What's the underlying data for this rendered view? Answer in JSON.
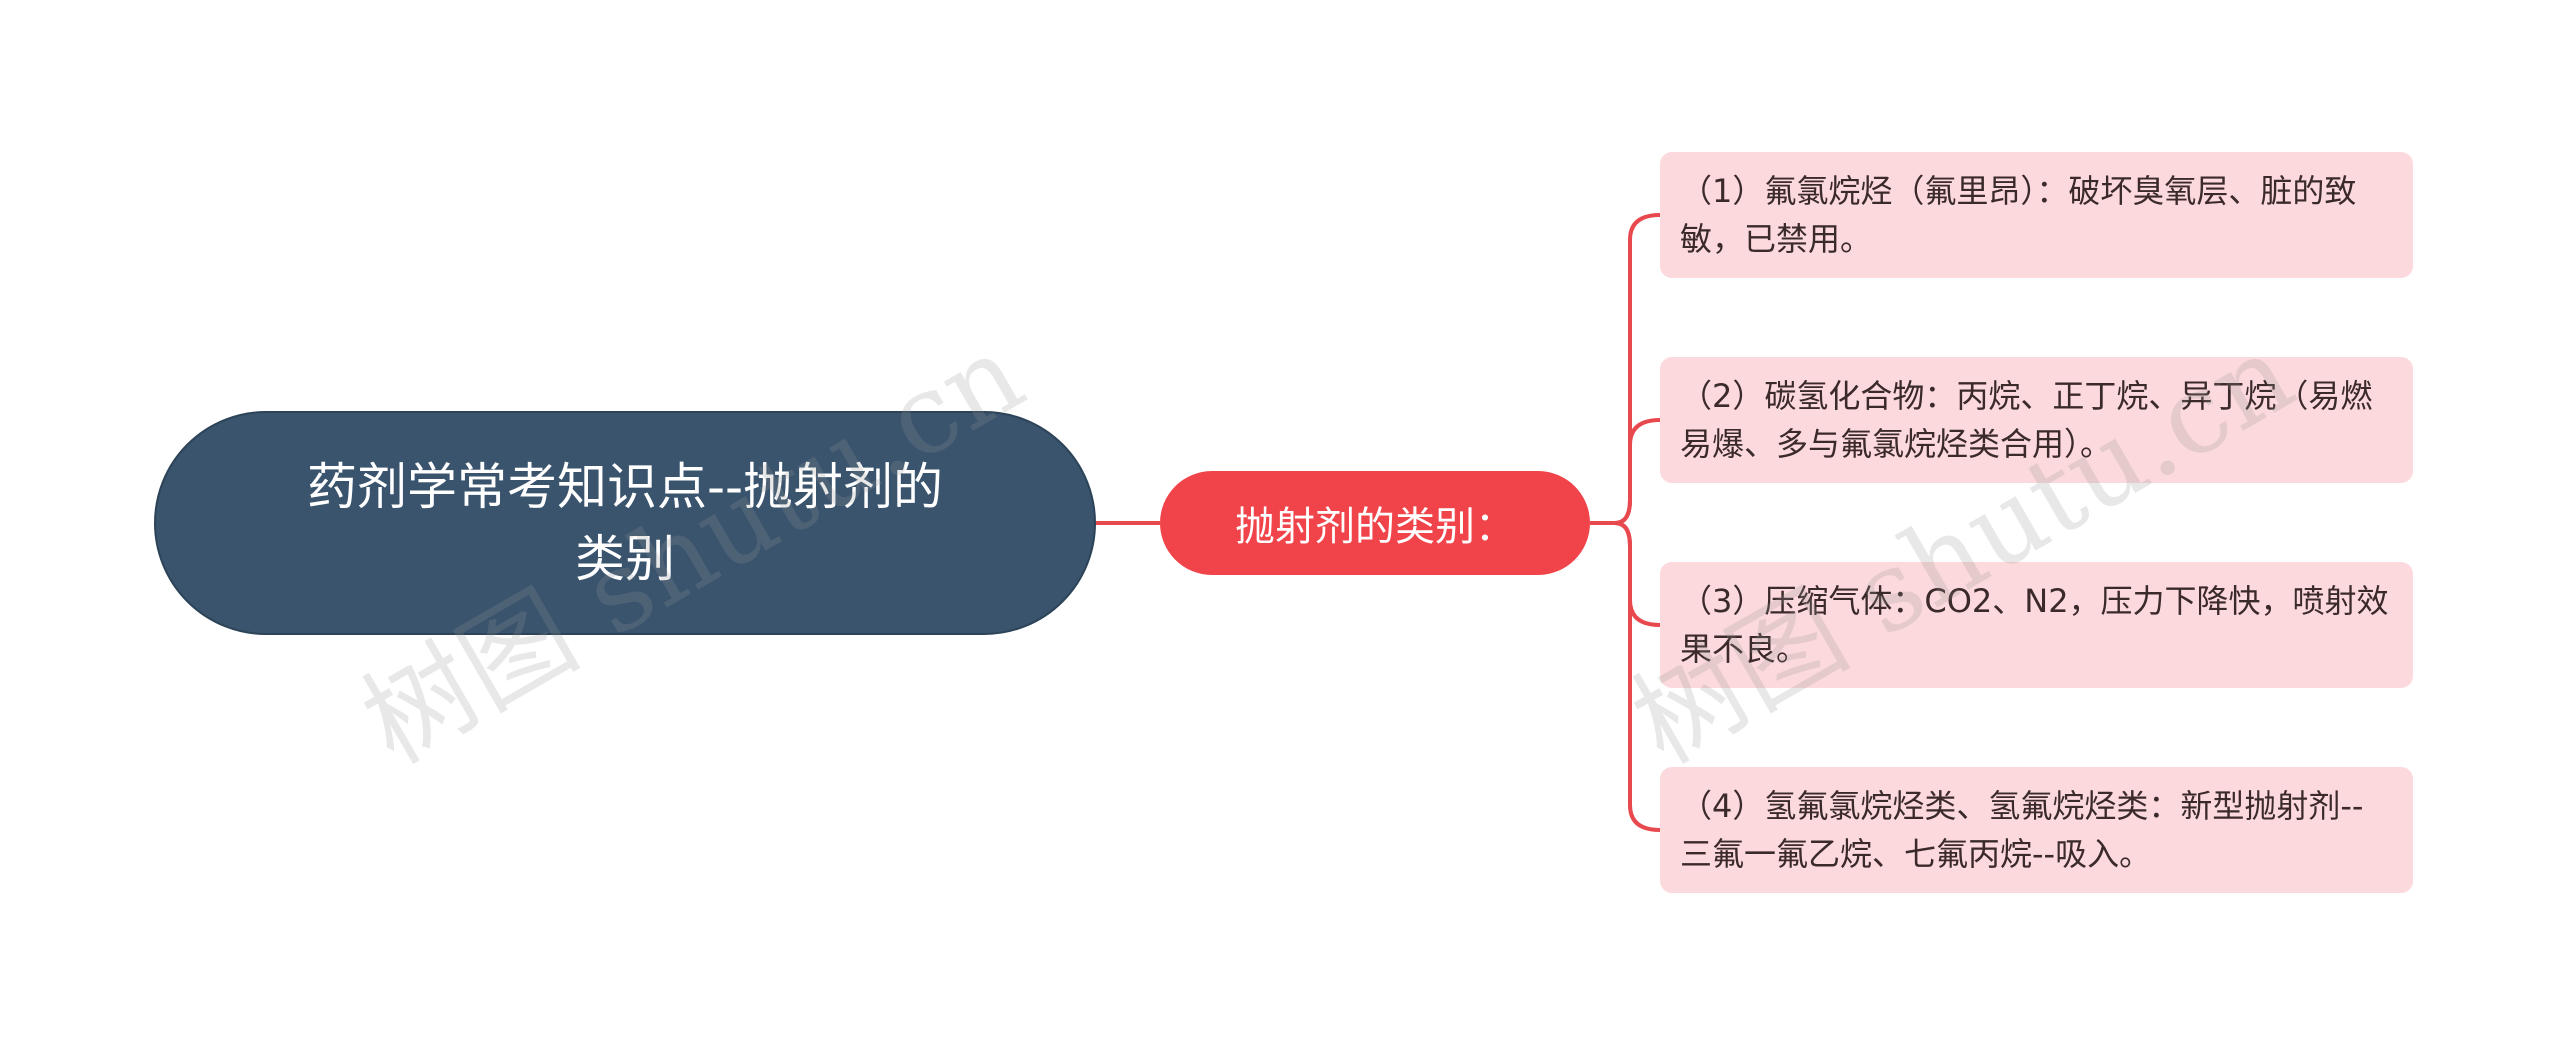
{
  "diagram": {
    "root": "药剂学常考知识点--抛射剂的类别",
    "category": "抛射剂的类别：",
    "items": [
      "（1）氟氯烷烃（氟里昂）：破坏臭氧层、脏的致敏，已禁用。",
      "（2）碳氢化合物：丙烷、正丁烷、异丁烷（易燃易爆、多与氟氯烷烃类合用）。",
      "（3）压缩气体：CO2、N2，压力下降快，喷射效果不良。",
      "（4）氢氟氯烷烃类、氢氟烷烃类：新型抛射剂--三氟一氟乙烷、七氟丙烷--吸入。"
    ]
  },
  "watermark": {
    "left": "树图 shutu.cn",
    "right": "树图 shutu.cn"
  },
  "colors": {
    "root_fill": "#3a546e",
    "mid_fill": "#f0444a",
    "leaf_fill": "#fcd9dc",
    "connector": "#e8494e"
  }
}
